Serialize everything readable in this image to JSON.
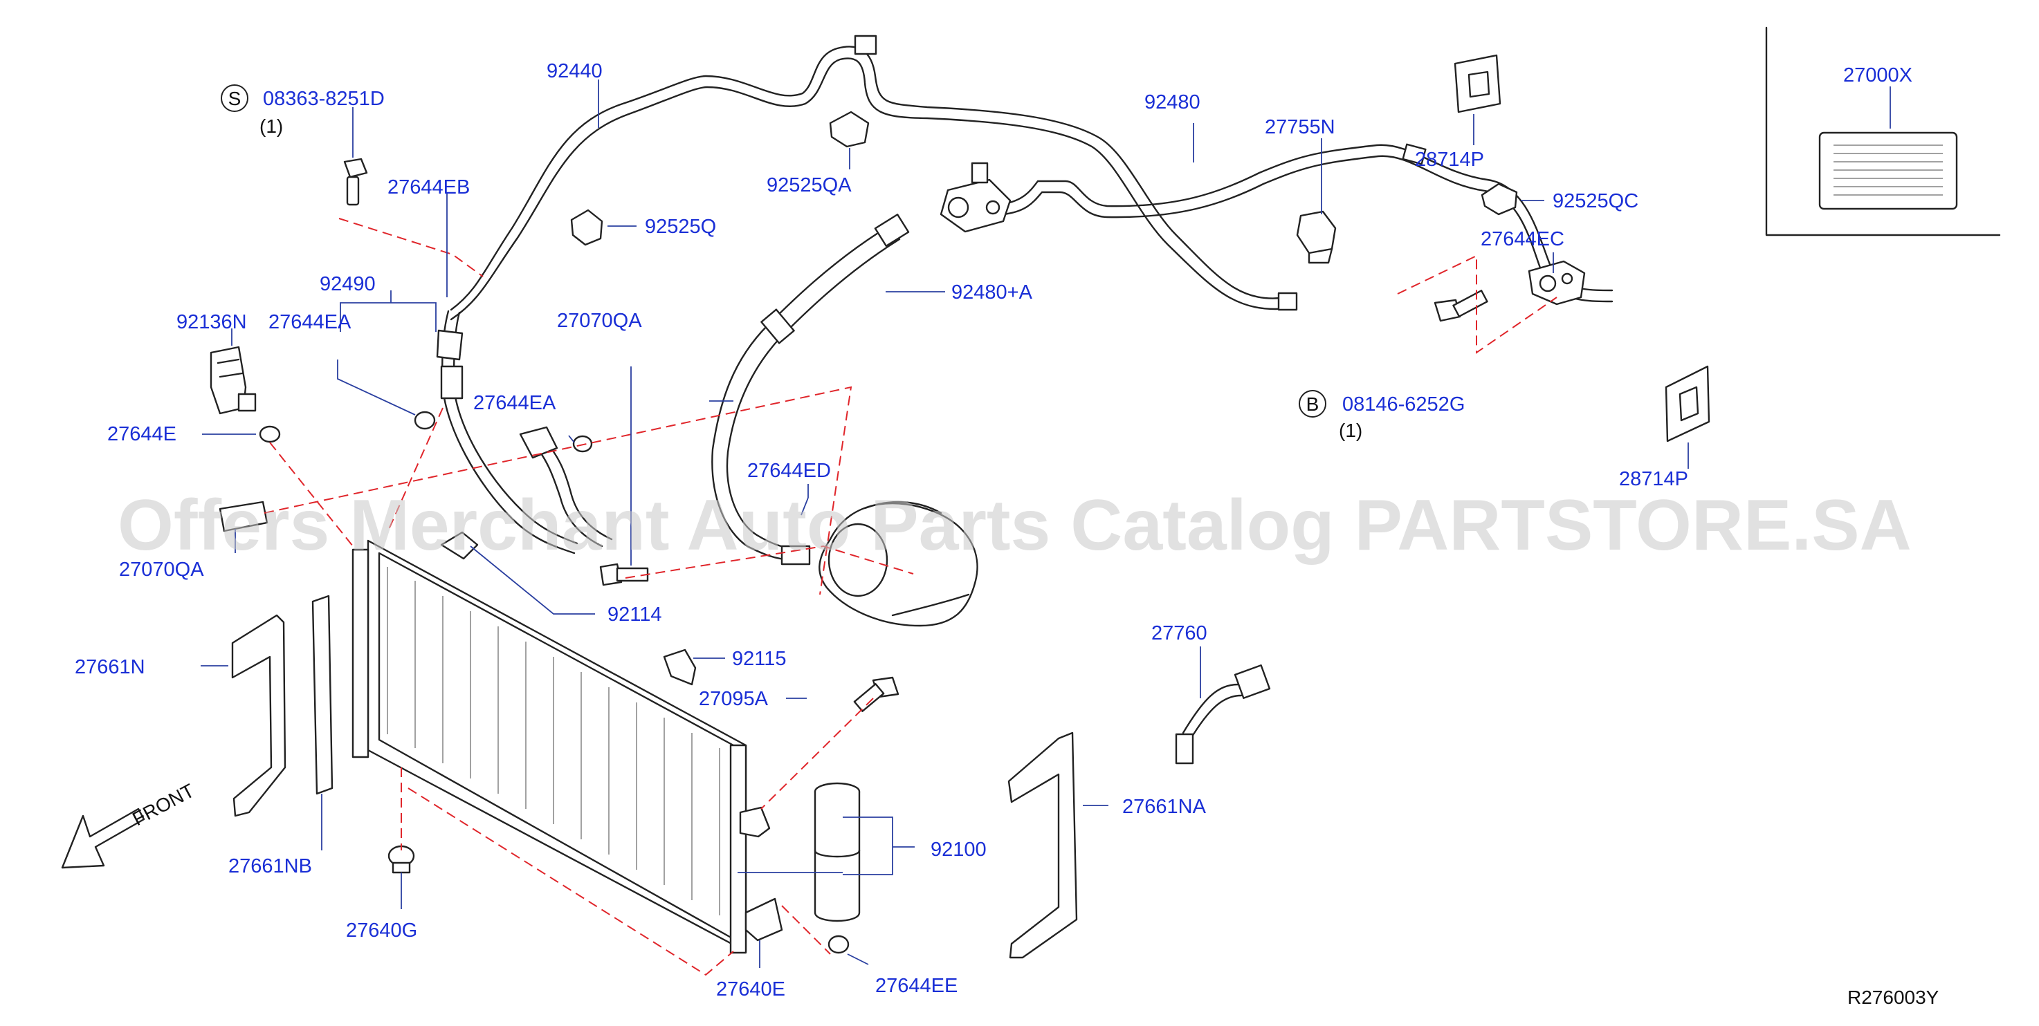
{
  "watermark": "Offers Merchant Auto Parts Catalog PARTSTORE.SA",
  "diagram_code": "R276003Y",
  "front_label": "FRONT",
  "bolt_s": {
    "symbol": "S",
    "part": "08363-8251D",
    "qty": "(1)"
  },
  "bolt_b": {
    "symbol": "B",
    "part": "08146-6252G",
    "qty": "(1)"
  },
  "labels": {
    "p92440": "92440",
    "p27644EB": "27644EB",
    "p92525Q": "92525Q",
    "p92525QA": "92525QA",
    "p92480": "92480",
    "p27755N": "27755N",
    "p28714P_top": "28714P",
    "p92525QC": "92525QC",
    "p27644EC": "27644EC",
    "p27000X": "27000X",
    "p92490": "92490",
    "p92136N": "92136N",
    "p27644EA_a": "27644EA",
    "p27644E": "27644E",
    "p27644EA_b": "27644EA",
    "p27070QA_top": "27070QA",
    "p92480A": "92480+A",
    "p27644ED": "27644ED",
    "p28714P_right": "28714P",
    "p27070QA_left": "27070QA",
    "p92114": "92114",
    "p27661N": "27661N",
    "p92115": "92115",
    "p27095A": "27095A",
    "p27760": "27760",
    "p27661NA": "27661NA",
    "p92100": "92100",
    "p27661NB": "27661NB",
    "p27640G": "27640G",
    "p27640E": "27640E",
    "p27644EE": "27644EE"
  },
  "colors": {
    "callout_text": "#1a2fd6",
    "leader_line": "#2a3fa0",
    "dashed_line": "#e0262b",
    "part_outline": "#222222"
  }
}
